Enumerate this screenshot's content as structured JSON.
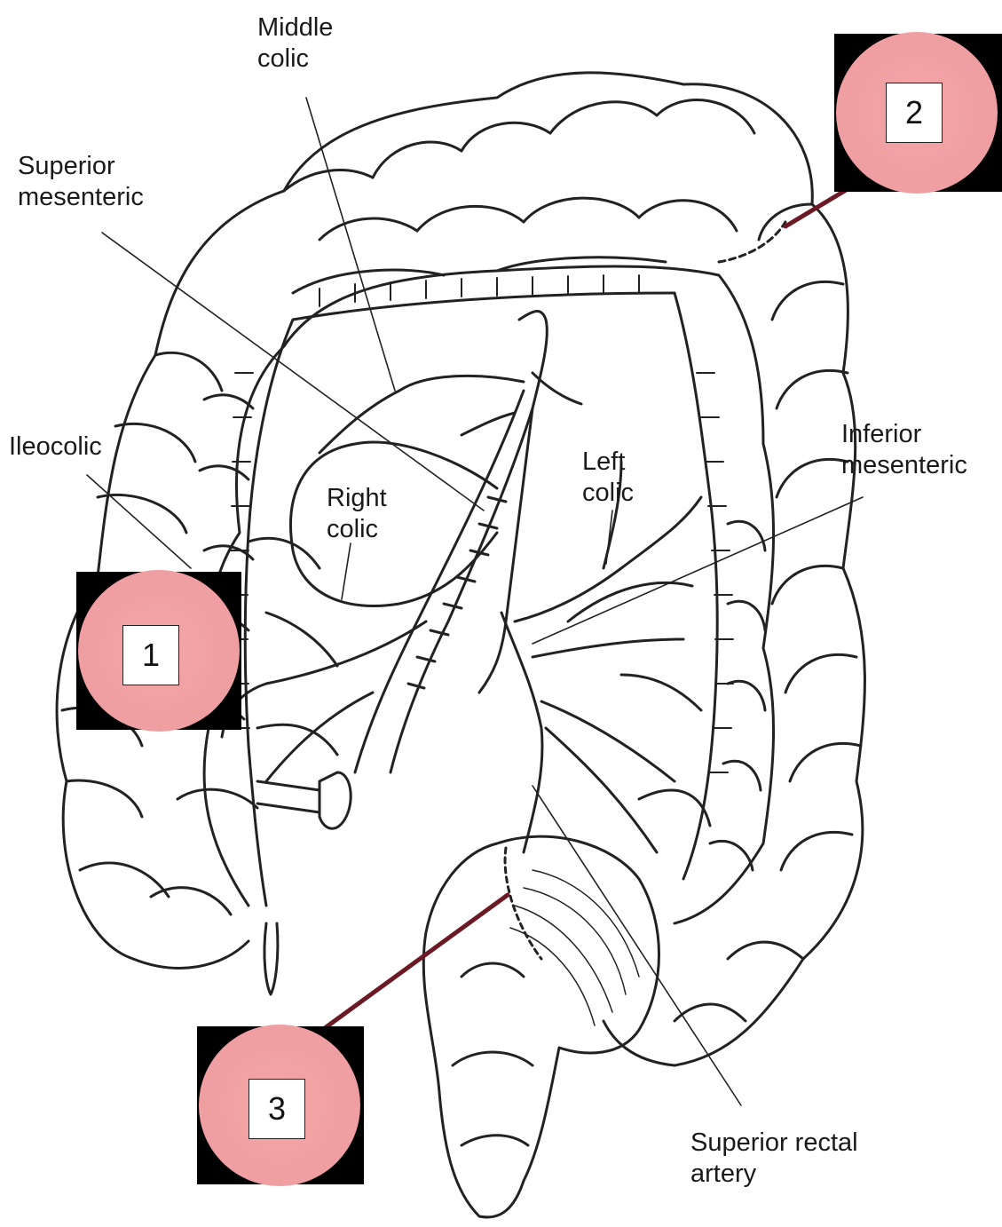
{
  "labels": {
    "middle_colic": "Middle\ncolic",
    "superior_mesenteric": "Superior\nmesenteric",
    "ileocolic": "Ileocolic",
    "right_colic": "Right\ncolic",
    "left_colic": "Left\ncolic",
    "inferior_mesenteric": "Inferior\nmesenteric",
    "superior_rectal_artery": "Superior rectal\nartery"
  },
  "markers": [
    {
      "number": "1"
    },
    {
      "number": "2"
    },
    {
      "number": "3"
    }
  ],
  "colors": {
    "marker_fill": "#ef9ea1",
    "marker_background": "#000000",
    "pointer_line": "#6b1a24",
    "drawing_ink": "#222222"
  }
}
